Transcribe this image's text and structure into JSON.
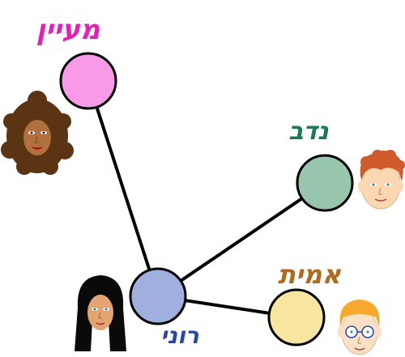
{
  "diagram": {
    "nodes": [
      {
        "id": "maayan",
        "label": "מעיין",
        "color": "#f99ae8",
        "label_color": "#e81fb3",
        "avatar": "woman-curly-brown-hair-avatar"
      },
      {
        "id": "nadav",
        "label": "נדב",
        "color": "#97c6ad",
        "label_color": "#1d7a56",
        "avatar": "boy-red-hair-avatar"
      },
      {
        "id": "roni",
        "label": "רוני",
        "color": "#9fb0de",
        "label_color": "#2649a8",
        "avatar": "girl-black-hair-avatar"
      },
      {
        "id": "amit",
        "label": "אמית",
        "color": "#f8e6a0",
        "label_color": "#b06a1c",
        "avatar": "boy-blond-glasses-avatar"
      }
    ],
    "edges": [
      {
        "from": "roni",
        "to": "maayan"
      },
      {
        "from": "roni",
        "to": "nadav"
      },
      {
        "from": "roni",
        "to": "amit"
      }
    ]
  }
}
